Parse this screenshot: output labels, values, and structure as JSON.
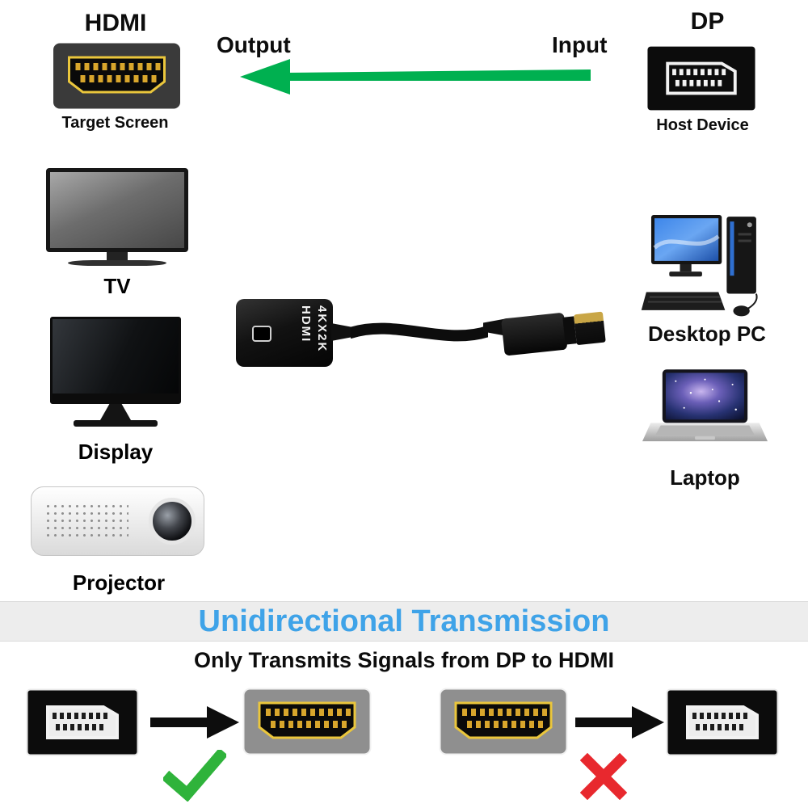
{
  "top": {
    "hdmi_label": "HDMI",
    "target_screen": "Target Screen",
    "output": "Output",
    "input": "Input",
    "dp_label": "DP",
    "host_device": "Host Device"
  },
  "devices": {
    "left": [
      {
        "label": "TV"
      },
      {
        "label": "Display"
      },
      {
        "label": "Projector"
      }
    ],
    "right": [
      {
        "label": "Desktop PC"
      },
      {
        "label": "Laptop"
      }
    ]
  },
  "adapter": {
    "line1": "HDMI",
    "line2": "4KX2K"
  },
  "banner": {
    "title": "Unidirectional Transmission",
    "subtitle": "Only Transmits Signals from DP to HDMI"
  },
  "colors": {
    "arrow_green": "#00b050",
    "title_blue": "#3fa3e8",
    "check_green": "#2fb33b",
    "cross_red": "#e8282e"
  }
}
